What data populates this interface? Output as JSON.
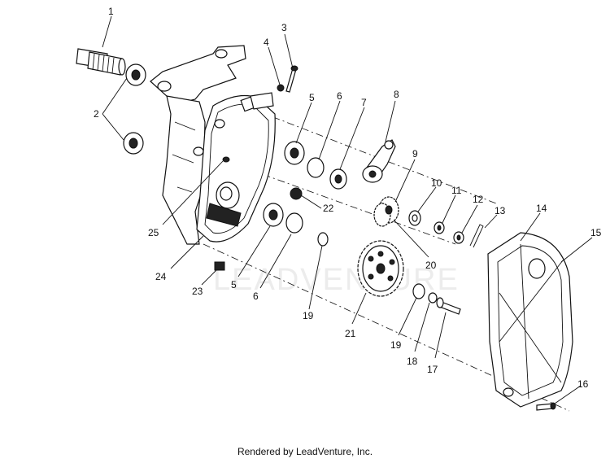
{
  "callouts": [
    "1",
    "2",
    "3",
    "4",
    "5",
    "6",
    "7",
    "8",
    "9",
    "10",
    "11",
    "12",
    "13",
    "14",
    "15",
    "16",
    "17",
    "18",
    "19",
    "20",
    "21",
    "22",
    "23",
    "24",
    "25",
    "5",
    "6",
    "19"
  ],
  "watermark": "LEADVENTURE",
  "footer": "Rendered by LeadVenture, Inc."
}
